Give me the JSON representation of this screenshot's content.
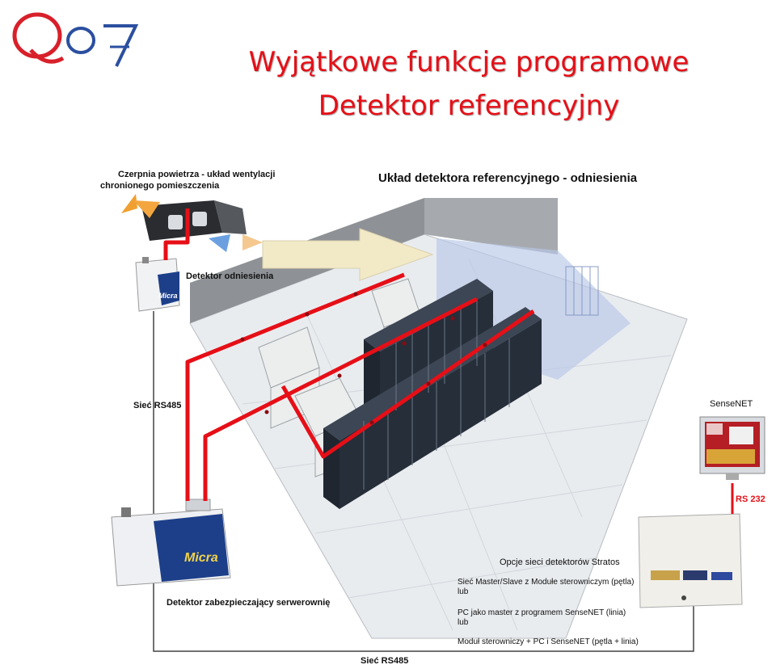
{
  "title_line1": "Wyjątkowe funkcje programowe",
  "title_line2": "Detektor referencyjny",
  "diagram_heading": "Układ detektora referencyjnego - odniesienia",
  "labels": {
    "air_intake_line1": "Czerpnia powietrza - układ wentylacji",
    "air_intake_line2": "chronionego pomieszczenia",
    "reference_detector": "Detektor odniesienia",
    "network_vertical": "Sieć RS485",
    "network_bottom": "Sieć RS485",
    "server_detector": "Detektor zabezpieczający serwerownię",
    "sensenet": "SenseNET",
    "rs232": "RS 232"
  },
  "options": {
    "heading": "Opcje sieci detektorów Stratos",
    "item1": "Sieć Master/Slave z Modułe sterowniczym (pętla)",
    "or1": "lub",
    "item2": "PC jako master z programem SenseNET (linia)",
    "or2": "lub",
    "item3": "Moduł sterowniczy + PC i SenseNET (pętla + linia)"
  },
  "device_brand": "Micra",
  "colors": {
    "accent": "#e60f17",
    "logo_red": "#d8202a",
    "logo_blue": "#2b4fa0"
  }
}
